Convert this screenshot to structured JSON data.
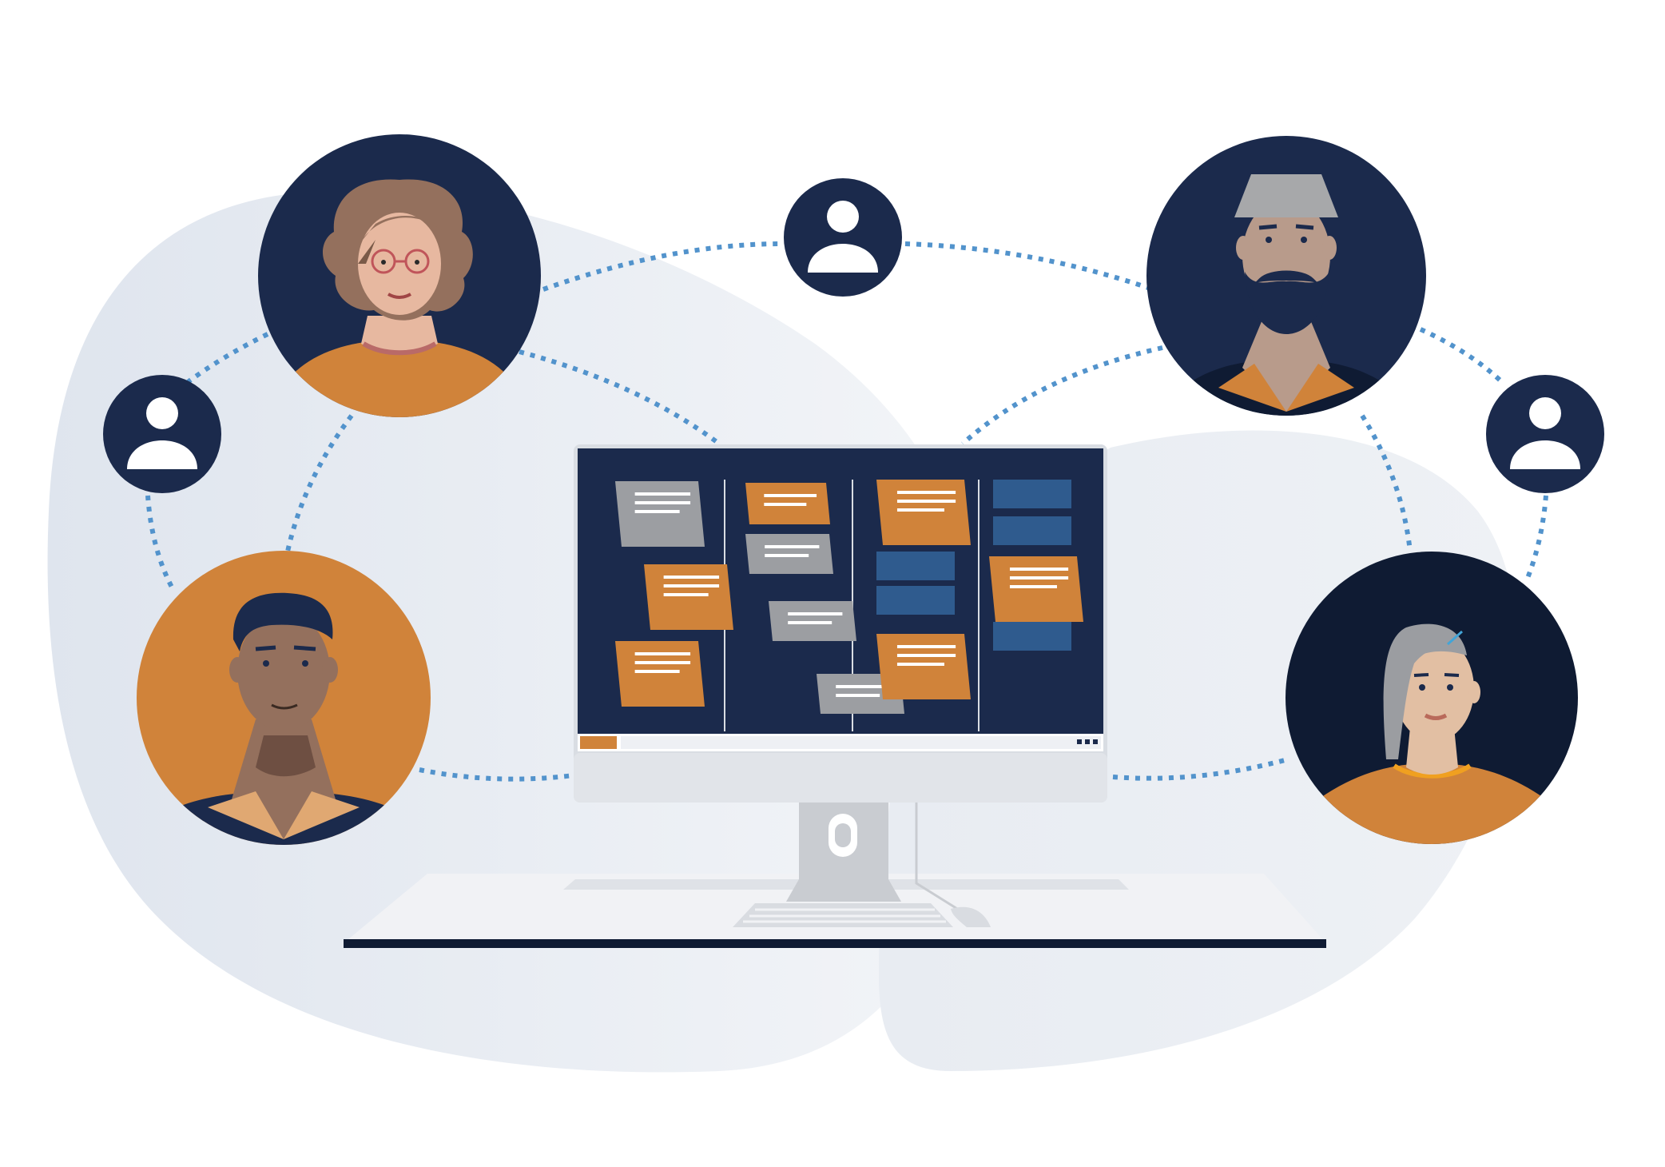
{
  "illustration": {
    "subject": "",
    "colors": {
      "navy": "#1b2a4c",
      "dark_navy": "#0f1b33",
      "orange": "#d0833a",
      "gray_card": "#9c9ea2",
      "blue_card": "#2f5b8e",
      "dotted_line": "#5293cc",
      "background_blob": "#e4e9f0",
      "monitor_frame": "#d9dde3"
    },
    "avatars": [
      {
        "id": "woman-curly-hair-glasses",
        "icon": "person-avatar"
      },
      {
        "id": "man-short-dark-hair",
        "icon": "person-avatar"
      },
      {
        "id": "man-gray-hat-beard",
        "icon": "person-avatar"
      },
      {
        "id": "woman-gray-hair",
        "icon": "person-avatar"
      }
    ],
    "user_icons": [
      {
        "icon": "user-icon"
      },
      {
        "icon": "user-icon"
      },
      {
        "icon": "user-icon"
      }
    ],
    "board": {
      "columns": 4,
      "cards": [
        {
          "column": 1,
          "color": "gray"
        },
        {
          "column": 1,
          "color": "orange"
        },
        {
          "column": 1,
          "color": "orange"
        },
        {
          "column": 2,
          "color": "orange"
        },
        {
          "column": 2,
          "color": "gray"
        },
        {
          "column": 2,
          "color": "gray"
        },
        {
          "column": 2,
          "color": "gray"
        },
        {
          "column": 3,
          "color": "orange"
        },
        {
          "column": 3,
          "color": "blue"
        },
        {
          "column": 3,
          "color": "blue"
        },
        {
          "column": 3,
          "color": "orange"
        },
        {
          "column": 4,
          "color": "blue"
        },
        {
          "column": 4,
          "color": "blue"
        },
        {
          "column": 4,
          "color": "orange"
        },
        {
          "column": 4,
          "color": "blue"
        }
      ]
    }
  }
}
